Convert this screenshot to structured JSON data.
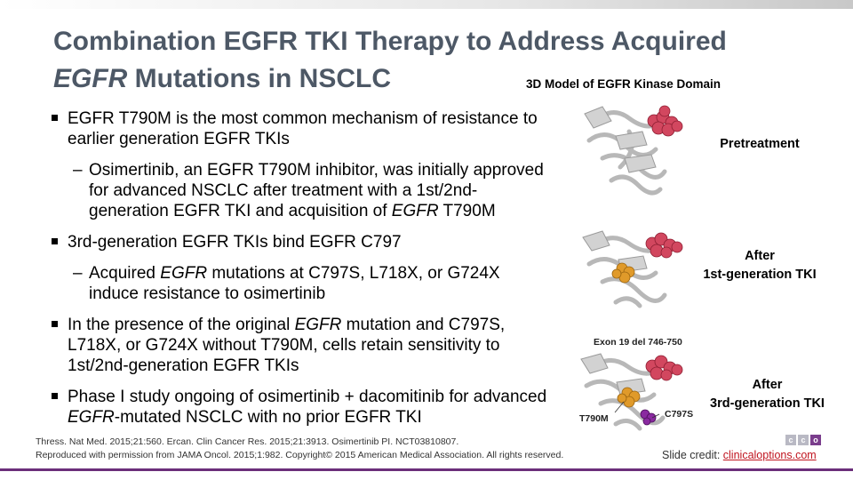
{
  "slide": {
    "title_line1": "Combination EGFR TKI Therapy to Address Acquired",
    "title_line2_italic": "EGFR",
    "title_line2_rest": " Mutations in NSCLC"
  },
  "bullets": [
    {
      "level": 1,
      "parts": [
        {
          "t": "EGFR T790M is the most common mechanism of resistance to earlier generation EGFR TKIs"
        }
      ]
    },
    {
      "level": 2,
      "parts": [
        {
          "t": "Osimertinib, an EGFR T790M inhibitor, was initially approved for advanced NSCLC after treatment with a 1st/2nd-generation EGFR TKI and acquisition of "
        },
        {
          "t": "EGFR",
          "i": true
        },
        {
          "t": " T790M"
        }
      ]
    },
    {
      "level": 1,
      "parts": [
        {
          "t": "3rd-generation EGFR TKIs bind EGFR C797"
        }
      ]
    },
    {
      "level": 2,
      "parts": [
        {
          "t": "Acquired "
        },
        {
          "t": "EGFR",
          "i": true
        },
        {
          "t": " mutations at C797S, L718X, or G724X induce resistance to osimertinib"
        }
      ]
    },
    {
      "level": 1,
      "parts": [
        {
          "t": "In the presence of the original "
        },
        {
          "t": "EGFR",
          "i": true
        },
        {
          "t": " mutation and C797S, L718X, or G724X without T790M, cells retain sensitivity to 1st/2nd-generation EGFR TKIs"
        }
      ]
    },
    {
      "level": 1,
      "parts": [
        {
          "t": "Phase I study ongoing of osimertinib + dacomitinib for advanced "
        },
        {
          "t": "EGFR",
          "i": true
        },
        {
          "t": "-mutated NSCLC with no prior EGFR TKI"
        }
      ]
    }
  ],
  "figure": {
    "title": "3D Model of EGFR Kinase Domain",
    "panel1_label": "Pretreatment",
    "panel2_label_line1": "After",
    "panel2_label_line2": "1st-generation TKI",
    "panel3_label_line1": "After",
    "panel3_label_line2": "3rd-generation TKI",
    "exon_label": "Exon 19 del 746-750",
    "t790m_label": "T790M",
    "c797s_label": "C797S"
  },
  "references": {
    "line1": "Thress. Nat Med. 2015;21:560. Ercan. Clin Cancer Res. 2015;21:3913. Osimertinib PI. NCT03810807.",
    "line2": "Reproduced with permission from JAMA Oncol. 2015;1:982. Copyright© 2015 American Medical Association. All rights reserved."
  },
  "credit": {
    "prefix": "Slide credit: ",
    "link": "clinicaloptions.com"
  },
  "logo": {
    "letters": [
      "c",
      "c",
      "o"
    ],
    "colors": [
      "#b9b9c4",
      "#b9b9c4",
      "#7a3d8c"
    ]
  },
  "colors": {
    "title": "#4d5866",
    "protein": "#c9c9c9",
    "pink_sphere": "#d2475f",
    "orange_sphere": "#e09a2a",
    "purple_sphere": "#8a2aa0",
    "accent_line": "#6b2f7a",
    "link": "#c0141f"
  }
}
